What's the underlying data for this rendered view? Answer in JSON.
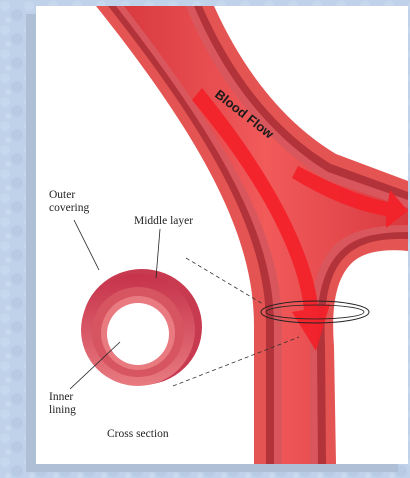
{
  "labels": {
    "blood_flow": "Blood Flow",
    "outer_covering_line1": "Outer",
    "outer_covering_line2": "covering",
    "middle_layer": "Middle layer",
    "inner_lining_line1": "Inner",
    "inner_lining_line2": "lining",
    "cross_section": "Cross section"
  },
  "colors": {
    "background": "#bcd0e8",
    "vessel_outer": "#e45452",
    "vessel_mid": "#b3333a",
    "lumen": "#f0484c",
    "arrow": "#f2222a",
    "arrow_text": "#1a1a1a"
  }
}
